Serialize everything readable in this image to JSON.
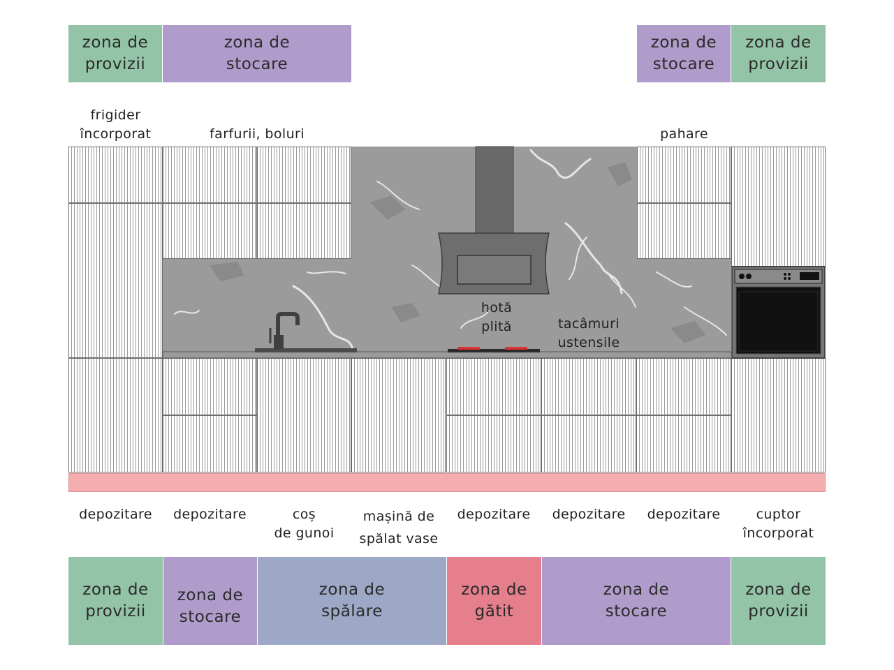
{
  "top_zones": [
    {
      "label": "zona de\nprovizii",
      "color": "#93c4a8"
    },
    {
      "label": "zona de\nstocare",
      "color": "#b09ccb"
    },
    {
      "label": "zona de\nstocare",
      "color": "#b09ccb"
    },
    {
      "label": "zona de\nprovizii",
      "color": "#93c4a8"
    }
  ],
  "upper_labels": {
    "fridge": "frigider\nîncorporat",
    "plates": "farfurii, boluri",
    "glasses": "pahare",
    "hood": "hotă",
    "hob": "plită",
    "cutlery": "tacâmuri\nustensile"
  },
  "bottom_labels": [
    "depozitare",
    "depozitare",
    "coș\nde gunoi",
    "mașină de\nspălat vase",
    "depozitare",
    "depozitare",
    "depozitare",
    "cuptor\nîncorporat"
  ],
  "bottom_zones": [
    {
      "label": "zona de\nprovizii",
      "color": "#93c4a8"
    },
    {
      "label": "zona de\nstocare",
      "color": "#b09ccb"
    },
    {
      "label": "zona de\nspălare",
      "color": "#9ca8c6"
    },
    {
      "label": "zona de\ngătit",
      "color": "#e57f8b"
    },
    {
      "label": "zona de\nstocare",
      "color": "#b09ccb"
    },
    {
      "label": "zona de\nprovizii",
      "color": "#93c4a8"
    }
  ],
  "colors": {
    "plinth": "#f5aeb0",
    "marble": "#9b9b9b",
    "hood": "#6a6a6a",
    "hob_burner": "#d9333a",
    "oven": "#111111"
  }
}
